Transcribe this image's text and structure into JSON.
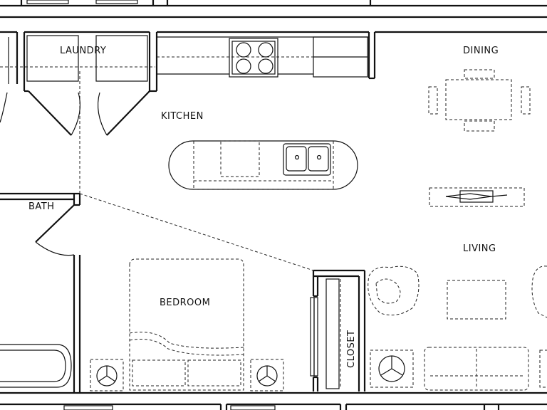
{
  "rooms": {
    "laundry": "LAUNDRY",
    "kitchen": "KITCHEN",
    "dining": "DINING",
    "living": "LIVING",
    "bath": "BATH",
    "bedroom": "BEDROOM",
    "closet": "CLOSET"
  }
}
